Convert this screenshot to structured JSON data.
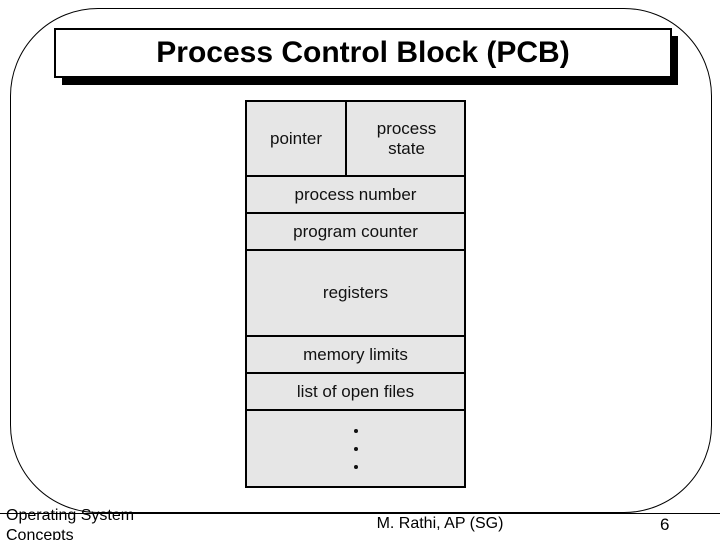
{
  "slide": {
    "title": "Process Control Block (PCB)",
    "background_color": "#ffffff",
    "frame_color": "#000000"
  },
  "diagram": {
    "name": "process-control-block",
    "cell_fill_color": "#e6e6e6",
    "border_color": "#000000",
    "rows": [
      {
        "type": "split",
        "left_label": "pointer",
        "right_label": "process\nstate"
      },
      {
        "type": "single",
        "label": "process number"
      },
      {
        "type": "single",
        "label": "program counter"
      },
      {
        "type": "single",
        "label": "registers"
      },
      {
        "type": "single",
        "label": "memory limits"
      },
      {
        "type": "single",
        "label": "list of open files"
      },
      {
        "type": "ellipsis",
        "label": ""
      }
    ],
    "labels": {
      "pointer": "pointer",
      "process_state_line1": "process",
      "process_state_line2": "state",
      "process_number": "process number",
      "program_counter": "program counter",
      "registers": "registers",
      "memory_limits": "memory limits",
      "list_of_open_files": "list of open files"
    }
  },
  "footer": {
    "left_line1": "Operating System",
    "left_line2": "Concepts",
    "center": "M. Rathi,  AP (SG)",
    "page_number": "6"
  }
}
